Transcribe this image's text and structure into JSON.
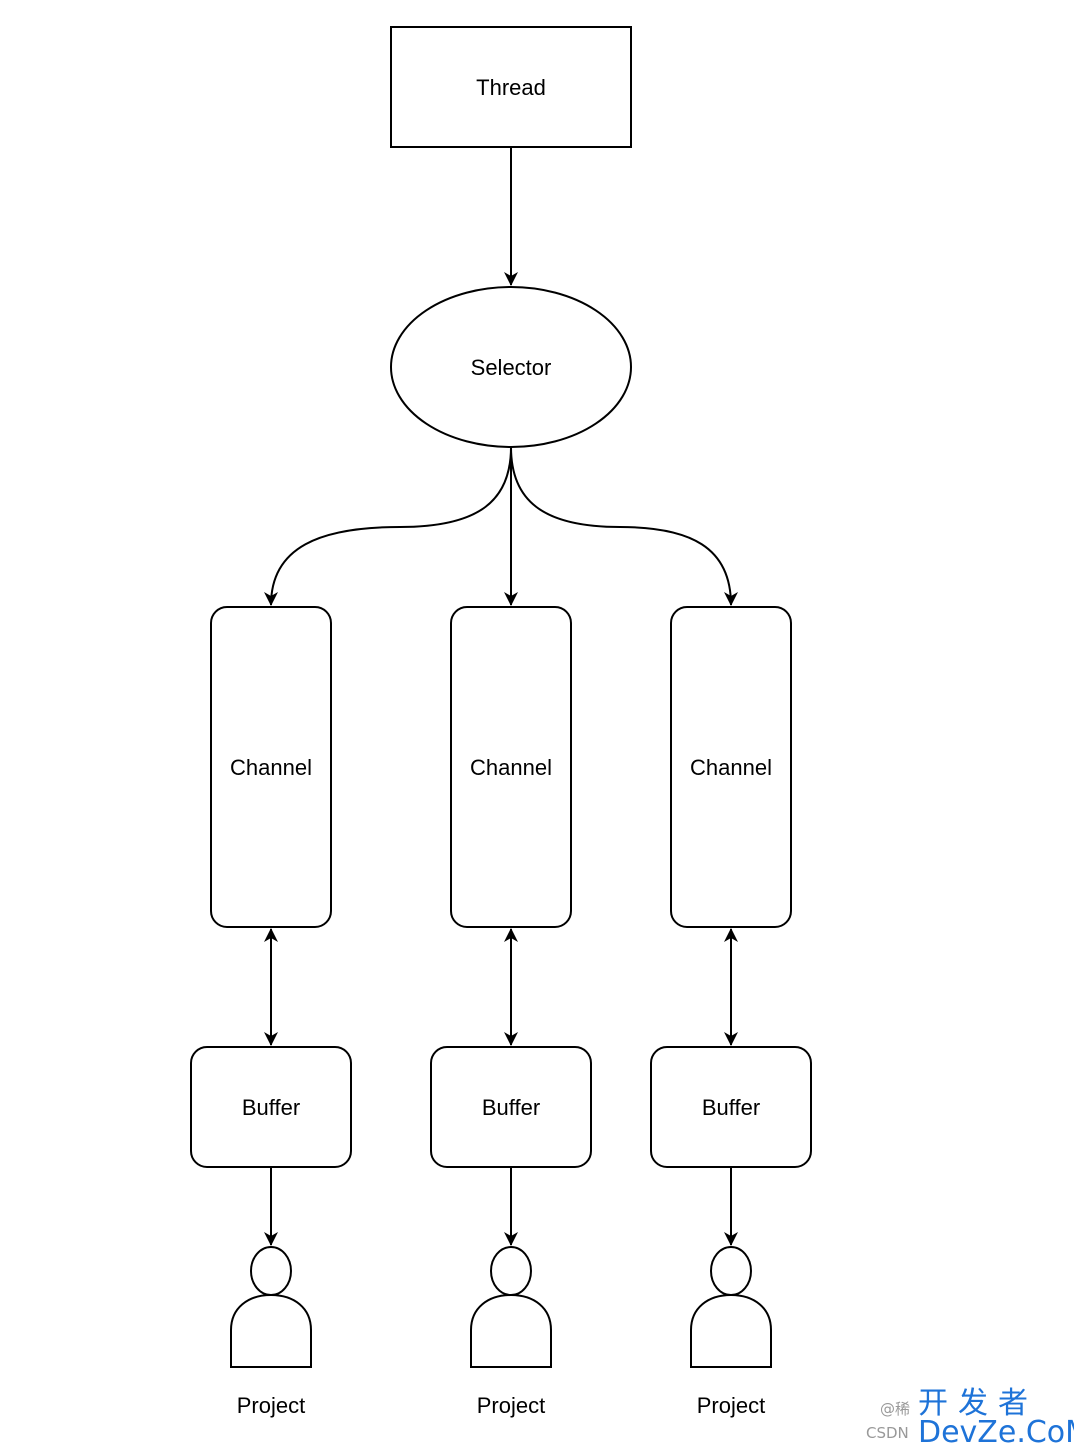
{
  "diagram": {
    "thread": "Thread",
    "selector": "Selector",
    "channels": [
      "Channel",
      "Channel",
      "Channel"
    ],
    "buffers": [
      "Buffer",
      "Buffer",
      "Buffer"
    ],
    "projects": [
      "Project",
      "Project",
      "Project"
    ]
  },
  "watermark": {
    "at": "@稀",
    "csdn": "CSDN",
    "chinese": "开发者",
    "site": "DevZe.CoM"
  },
  "colors": {
    "stroke": "#000000",
    "watermark_blue": "#1e73d8",
    "watermark_gray": "#999999"
  }
}
